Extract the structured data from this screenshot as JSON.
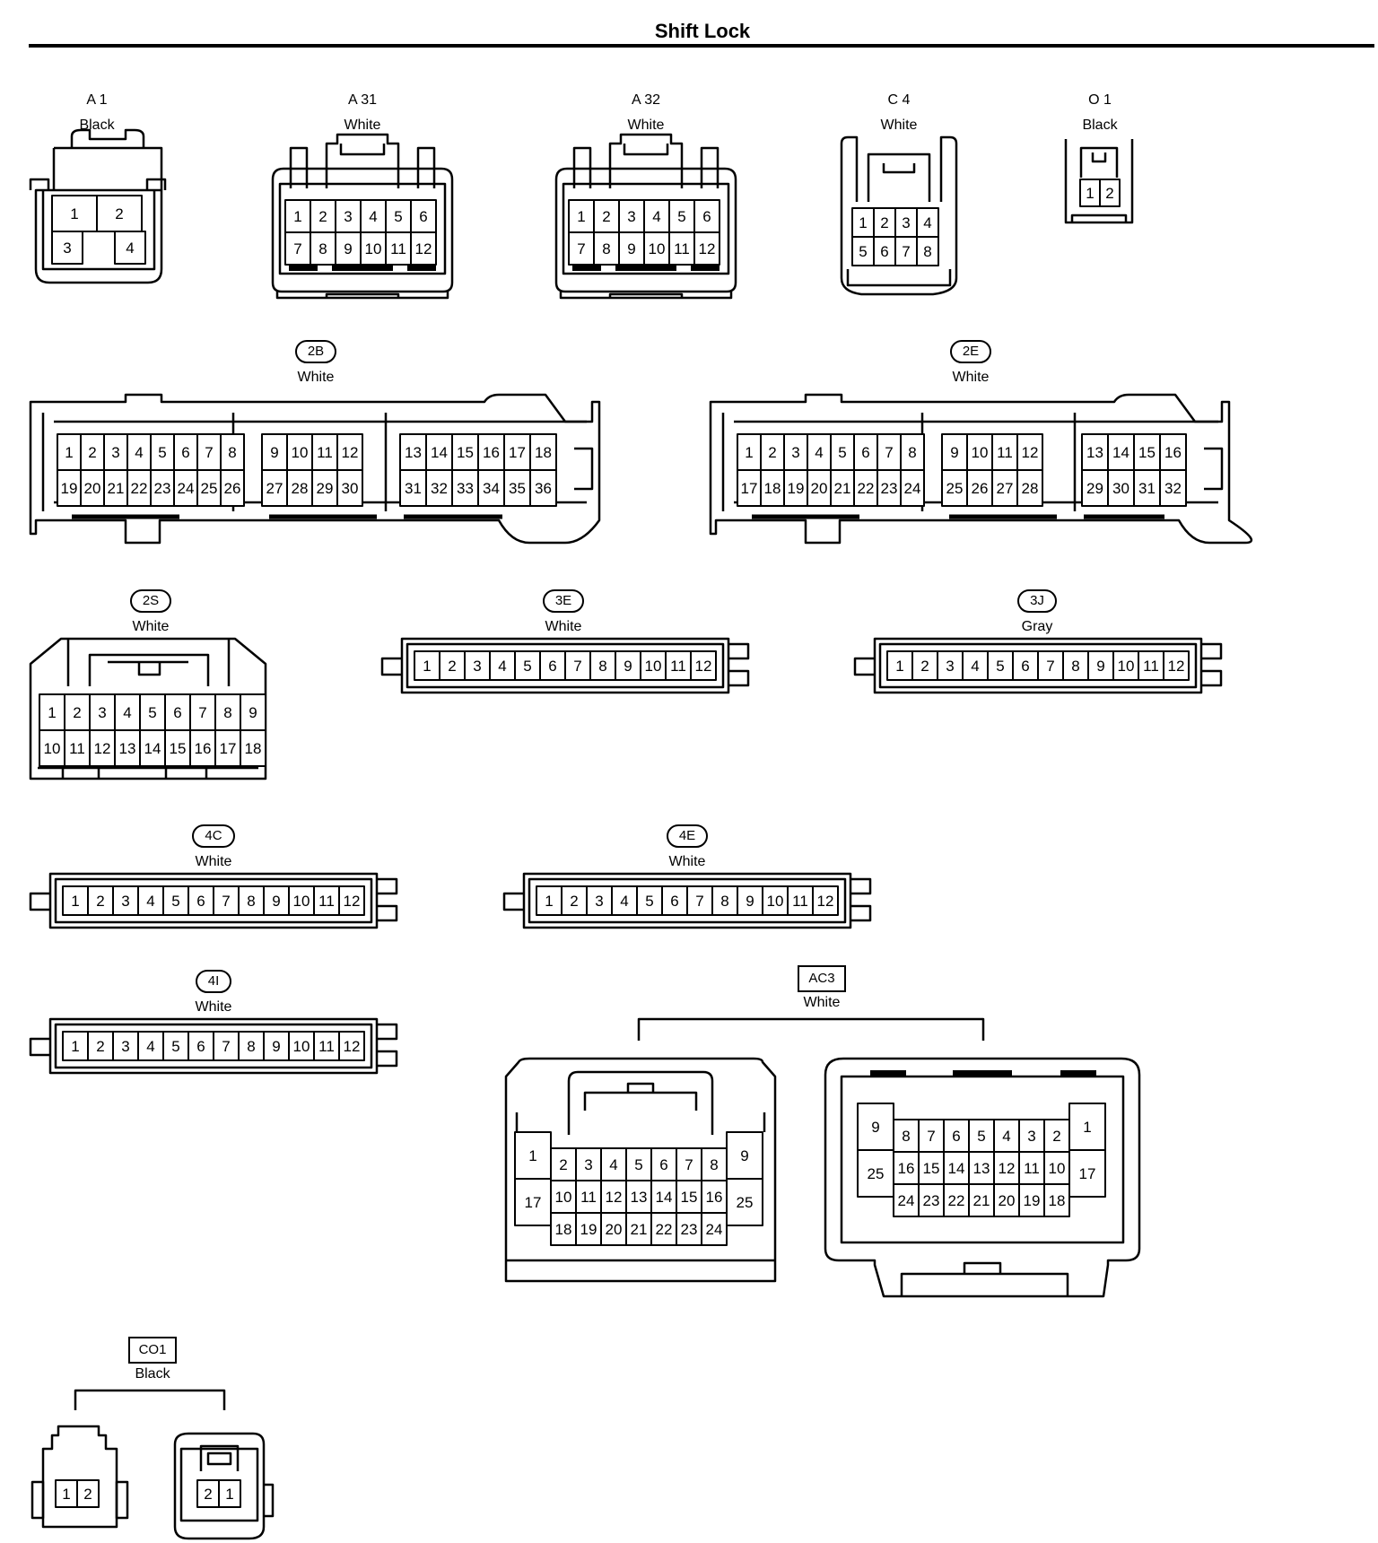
{
  "title": "Shift Lock",
  "connectors": [
    {
      "id": "A1",
      "code": "A 1",
      "color": "Black",
      "style": "plain"
    },
    {
      "id": "A31",
      "code": "A 31",
      "color": "White",
      "style": "plain"
    },
    {
      "id": "A32",
      "code": "A 32",
      "color": "White",
      "style": "plain"
    },
    {
      "id": "C4",
      "code": "C 4",
      "color": "White",
      "style": "plain"
    },
    {
      "id": "O1",
      "code": "O 1",
      "color": "Black",
      "style": "plain"
    },
    {
      "id": "2B",
      "code": "2B",
      "color": "White",
      "style": "pill"
    },
    {
      "id": "2E",
      "code": "2E",
      "color": "White",
      "style": "pill"
    },
    {
      "id": "2S",
      "code": "2S",
      "color": "White",
      "style": "pill"
    },
    {
      "id": "3E",
      "code": "3E",
      "color": "White",
      "style": "pill"
    },
    {
      "id": "3J",
      "code": "3J",
      "color": "Gray",
      "style": "pill"
    },
    {
      "id": "4C",
      "code": "4C",
      "color": "White",
      "style": "pill"
    },
    {
      "id": "4E",
      "code": "4E",
      "color": "White",
      "style": "pill"
    },
    {
      "id": "4I",
      "code": "4I",
      "color": "White",
      "style": "pill"
    },
    {
      "id": "AC3",
      "code": "AC3",
      "color": "White",
      "style": "box"
    },
    {
      "id": "CO1",
      "code": "CO1",
      "color": "Black",
      "style": "box"
    }
  ],
  "pins": {
    "A1": [
      [
        "1",
        "2"
      ],
      [
        "3",
        "4"
      ]
    ],
    "A31": [
      [
        "1",
        "2",
        "3",
        "4",
        "5",
        "6"
      ],
      [
        "7",
        "8",
        "9",
        "10",
        "11",
        "12"
      ]
    ],
    "A32": [
      [
        "1",
        "2",
        "3",
        "4",
        "5",
        "6"
      ],
      [
        "7",
        "8",
        "9",
        "10",
        "11",
        "12"
      ]
    ],
    "C4": [
      [
        "1",
        "2",
        "3",
        "4"
      ],
      [
        "5",
        "6",
        "7",
        "8"
      ]
    ],
    "O1": [
      [
        "1",
        "2"
      ]
    ],
    "2B_a": [
      [
        "1",
        "2",
        "3",
        "4",
        "5",
        "6",
        "7",
        "8"
      ],
      [
        "19",
        "20",
        "21",
        "22",
        "23",
        "24",
        "25",
        "26"
      ]
    ],
    "2B_b": [
      [
        "9",
        "10",
        "11",
        "12"
      ],
      [
        "27",
        "28",
        "29",
        "30"
      ]
    ],
    "2B_c": [
      [
        "13",
        "14",
        "15",
        "16",
        "17",
        "18"
      ],
      [
        "31",
        "32",
        "33",
        "34",
        "35",
        "36"
      ]
    ],
    "2E_a": [
      [
        "1",
        "2",
        "3",
        "4",
        "5",
        "6",
        "7",
        "8"
      ],
      [
        "17",
        "18",
        "19",
        "20",
        "21",
        "22",
        "23",
        "24"
      ]
    ],
    "2E_b": [
      [
        "9",
        "10",
        "11",
        "12"
      ],
      [
        "25",
        "26",
        "27",
        "28"
      ]
    ],
    "2E_c": [
      [
        "13",
        "14",
        "15",
        "16"
      ],
      [
        "29",
        "30",
        "31",
        "32"
      ]
    ],
    "2S": [
      [
        "1",
        "2",
        "3",
        "4",
        "5",
        "6",
        "7",
        "8",
        "9"
      ],
      [
        "10",
        "11",
        "12",
        "13",
        "14",
        "15",
        "16",
        "17",
        "18"
      ]
    ],
    "row12": [
      "1",
      "2",
      "3",
      "4",
      "5",
      "6",
      "7",
      "8",
      "9",
      "10",
      "11",
      "12"
    ],
    "AC3_left": {
      "l": [
        "1",
        "17"
      ],
      "m": [
        [
          "2",
          "3",
          "4",
          "5",
          "6",
          "7",
          "8"
        ],
        [
          "10",
          "11",
          "12",
          "13",
          "14",
          "15",
          "16"
        ],
        [
          "18",
          "19",
          "20",
          "21",
          "22",
          "23",
          "24"
        ]
      ],
      "r": [
        "9",
        "25"
      ]
    },
    "AC3_right": {
      "l": [
        "9",
        "25"
      ],
      "m": [
        [
          "8",
          "7",
          "6",
          "5",
          "4",
          "3",
          "2"
        ],
        [
          "16",
          "15",
          "14",
          "13",
          "12",
          "11",
          "10"
        ],
        [
          "24",
          "23",
          "22",
          "21",
          "20",
          "19",
          "18"
        ]
      ],
      "r": [
        "1",
        "17"
      ]
    },
    "CO1_left": [
      "1",
      "2"
    ],
    "CO1_right": [
      "2",
      "1"
    ]
  }
}
